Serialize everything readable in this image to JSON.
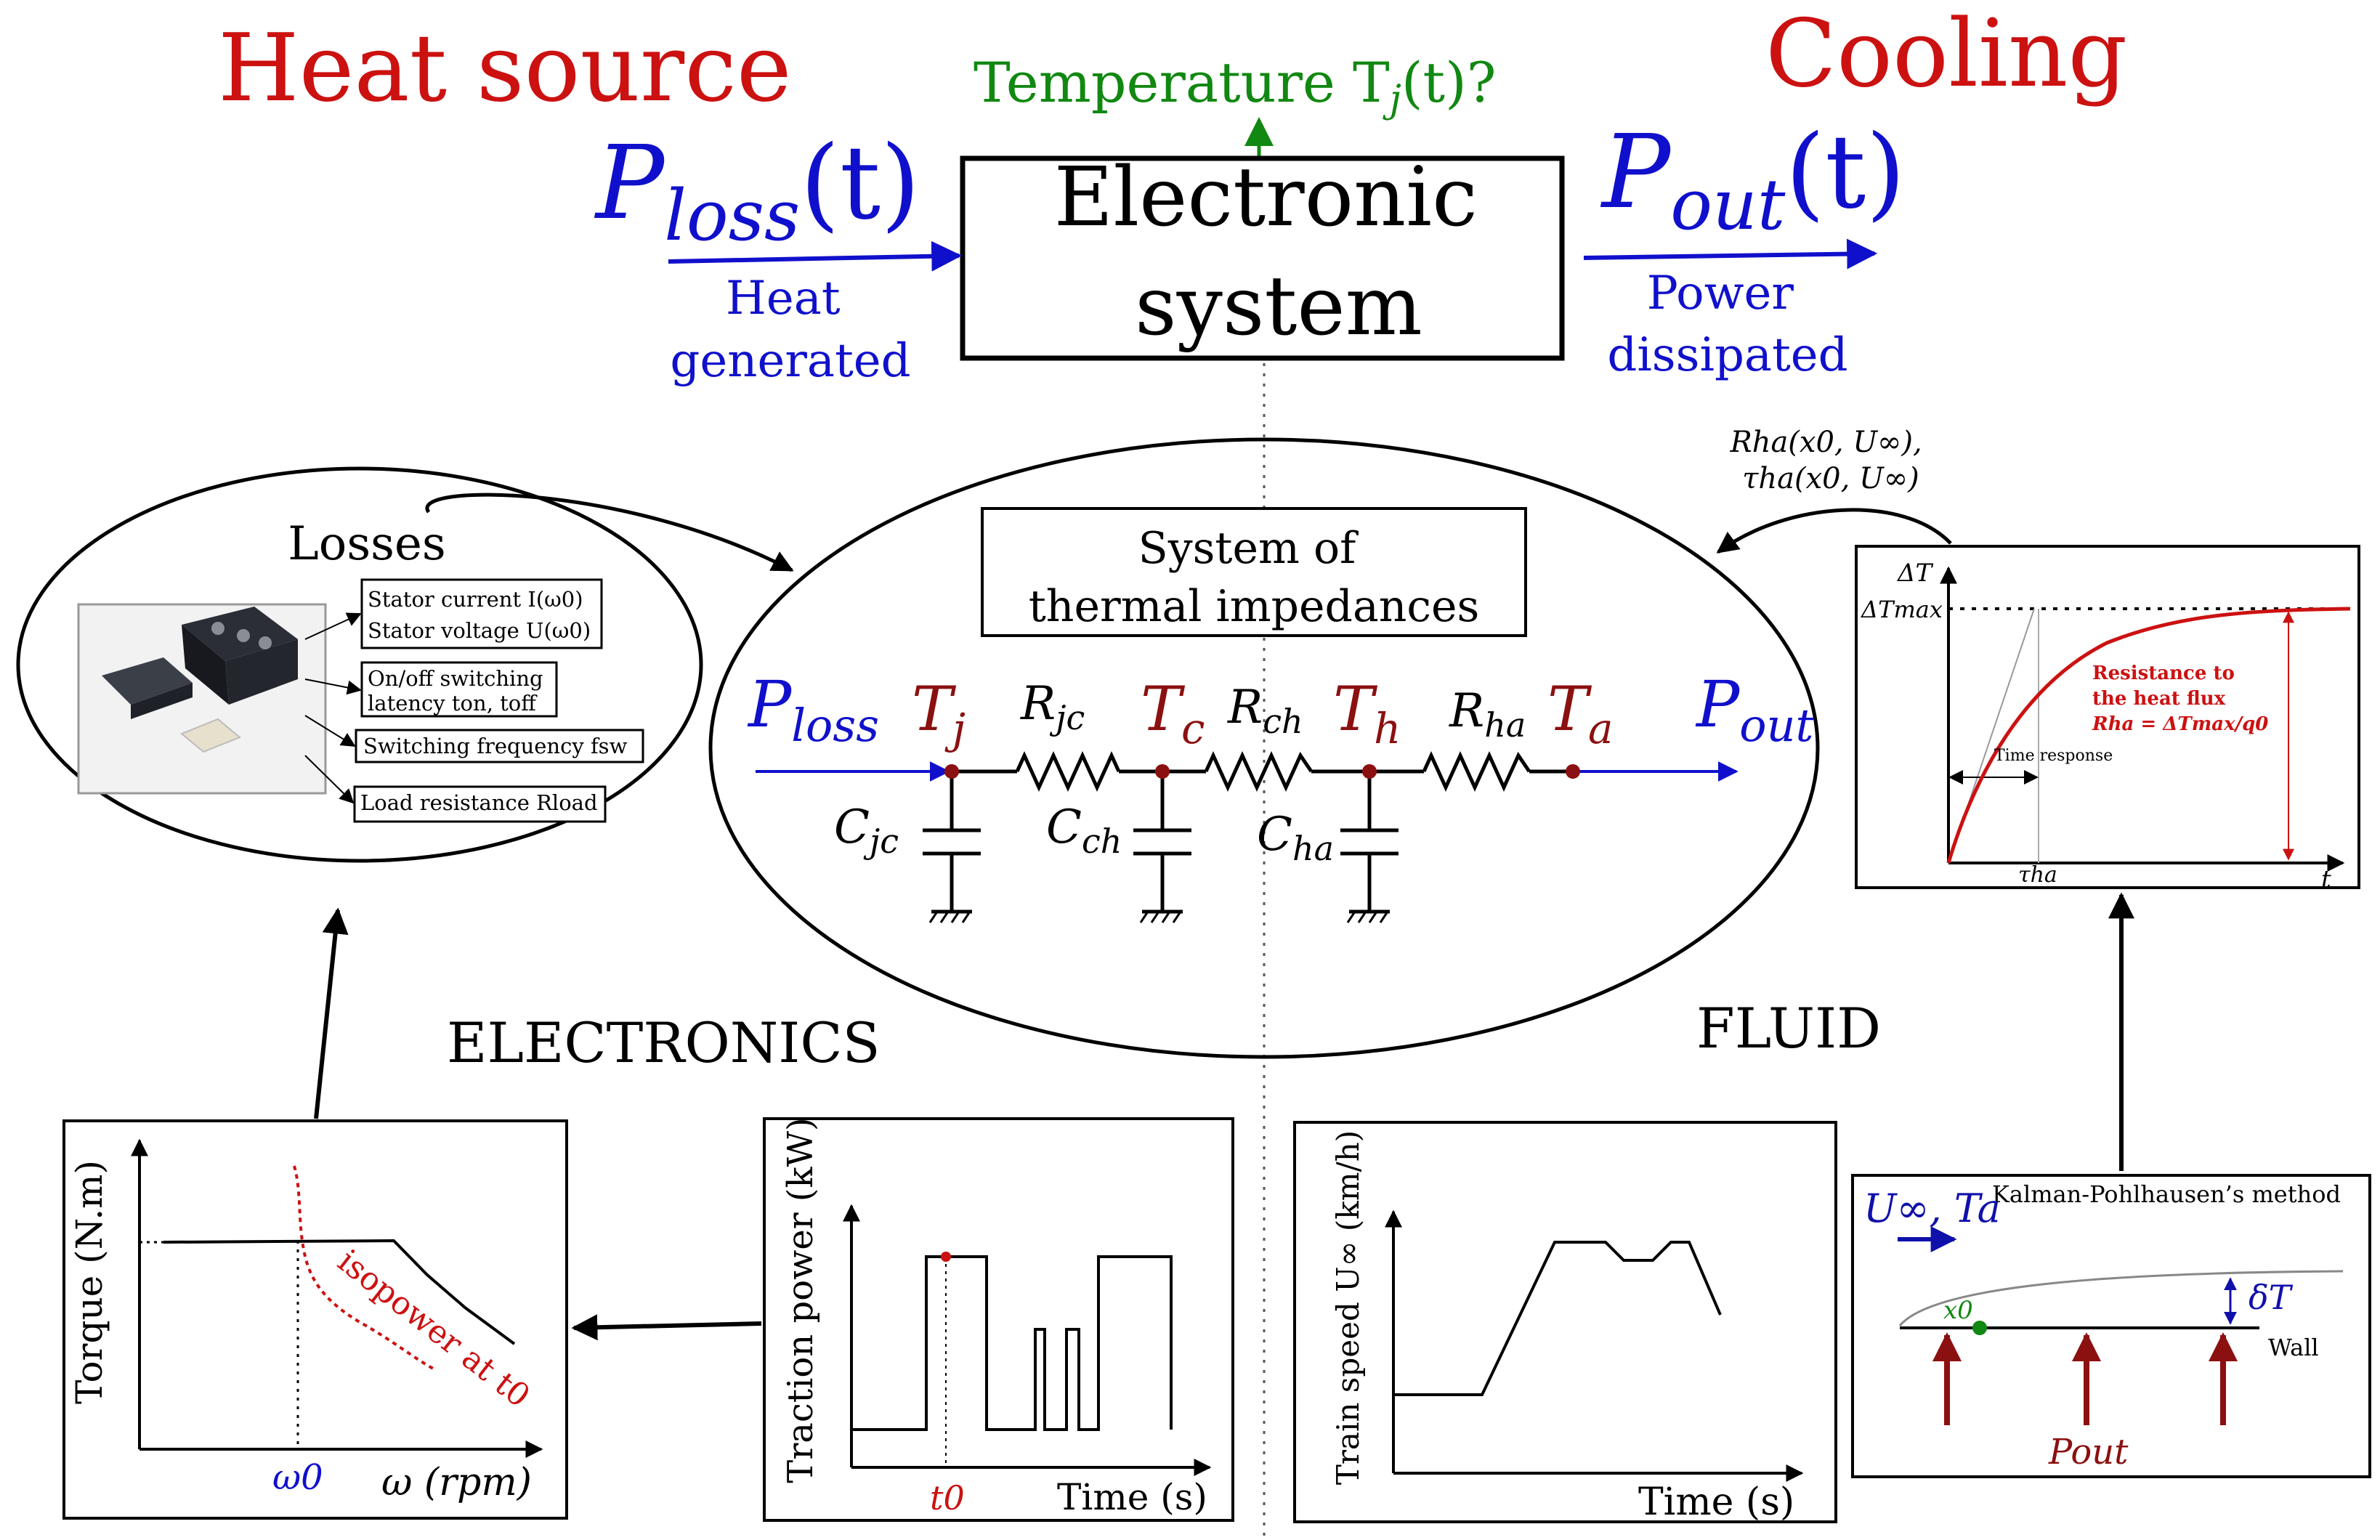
{
  "colors": {
    "red": "#cc1111",
    "blue": "#1010cc",
    "green": "#118811",
    "maroon": "#8b1010",
    "black": "#000000",
    "gray": "#777777"
  },
  "header": {
    "heat_source": "Heat source",
    "cooling": "Cooling",
    "temperature_question": "Temperature T",
    "temperature_sub": "j",
    "temperature_tail": "(t)?",
    "ploss_main": "P",
    "ploss_sub": "loss",
    "ploss_tail": "(t)",
    "pout_main": "P",
    "pout_sub": "out",
    "pout_tail": "(t)",
    "heat_generated": [
      "Heat",
      "generated"
    ],
    "power_dissipated": [
      "Power",
      "dissipated"
    ],
    "system_box": [
      "Electronic",
      "system"
    ]
  },
  "losses": {
    "title": "Losses",
    "items": [
      [
        "Stator current I(ω0)",
        "Stator voltage U(ω0)"
      ],
      [
        "On/off switching",
        "latency ton, toff"
      ],
      [
        "Switching frequency fsw"
      ],
      [
        "Load resistance Rload"
      ]
    ]
  },
  "thermal": {
    "title": [
      "System of",
      "thermal impedances"
    ],
    "ploss": "P",
    "ploss_sub": "loss",
    "pout": "P",
    "pout_sub": "out",
    "nodes": [
      {
        "main": "T",
        "sub": "j"
      },
      {
        "main": "T",
        "sub": "c"
      },
      {
        "main": "T",
        "sub": "h"
      },
      {
        "main": "T",
        "sub": "a"
      }
    ],
    "resistors": [
      {
        "main": "R",
        "sub": "jc"
      },
      {
        "main": "R",
        "sub": "ch"
      },
      {
        "main": "R",
        "sub": "ha"
      }
    ],
    "capacitors": [
      {
        "main": "C",
        "sub": "jc"
      },
      {
        "main": "C",
        "sub": "ch"
      },
      {
        "main": "C",
        "sub": "ha"
      }
    ]
  },
  "section_labels": {
    "electronics": "ELECTRONICS",
    "fluid": "FLUID"
  },
  "rha_label": [
    "Rha(x0, U∞),",
    "τha(x0, U∞)"
  ],
  "time_response_plot": {
    "ylabel": "ΔT",
    "ymax_label": "ΔTmax",
    "xlabel": "t",
    "tau_label": "τha",
    "time_response": "Time response",
    "annotation": [
      "Resistance to",
      "the heat flux",
      "Rha = ΔTmax/q0"
    ]
  },
  "torque_plot": {
    "ylabel": "Torque (N.m)",
    "xlabel": "ω (rpm)",
    "omega0": "ω0",
    "isopower": "isopower at t0"
  },
  "traction_plot": {
    "ylabel": "Traction power (kW)",
    "xlabel": "Time (s)",
    "t0": "t0"
  },
  "speed_plot": {
    "ylabel": "Train speed U∞ (km/h)",
    "xlabel": "Time (s)"
  },
  "kalman_plot": {
    "title": "Kalman-Pohlhausen’s method",
    "flow_label": "U∞, Ta",
    "x0": "x0",
    "delta": "δT",
    "wall": "Wall",
    "pout": "Pout"
  }
}
